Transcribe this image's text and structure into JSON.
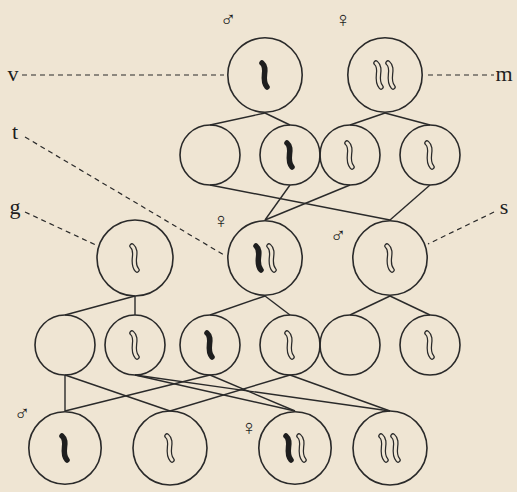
{
  "diagram": {
    "nodes": [
      {
        "text": [
          "♂"
        ]
      },
      {
        "text": [
          "♀"
        ]
      },
      {
        "text": [
          "♀"
        ]
      },
      {
        "text": [
          "♂"
        ]
      },
      {
        "text": [
          "♂"
        ]
      },
      {
        "text": [
          "♀"
        ]
      }
    ],
    "labels": [
      "v",
      "m",
      "t",
      "g",
      "s"
    ]
  }
}
